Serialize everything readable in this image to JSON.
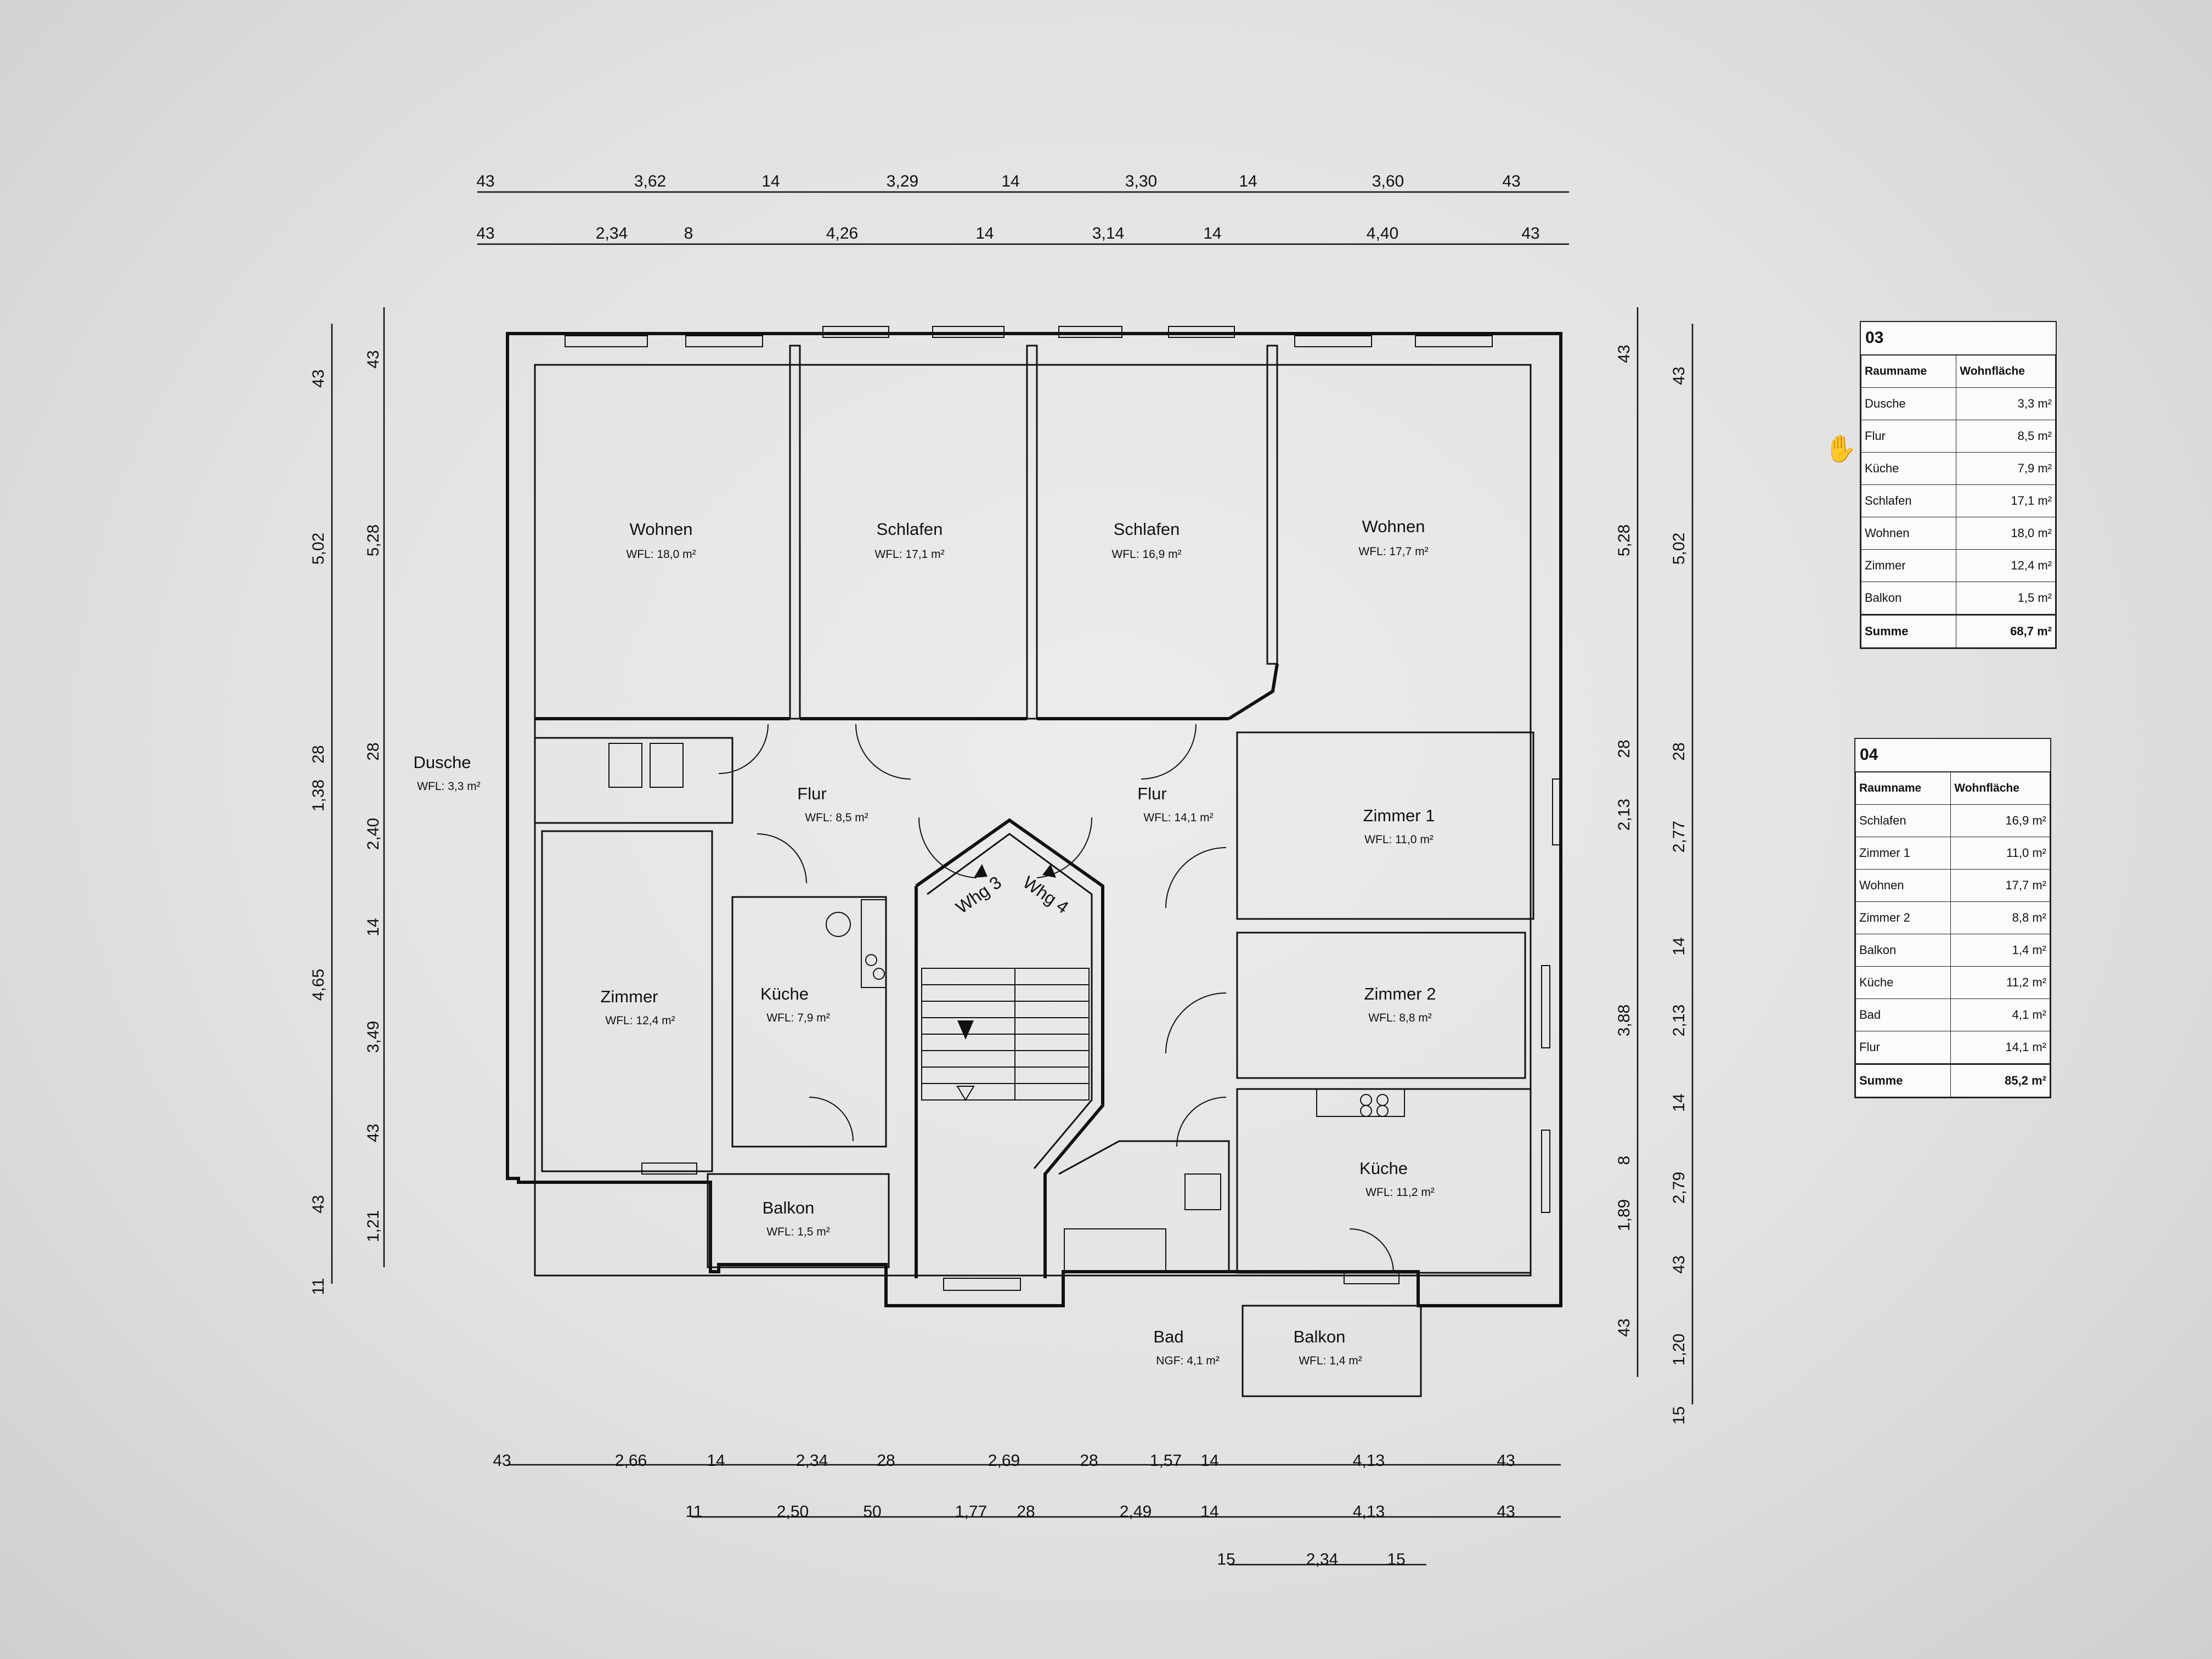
{
  "rooms": [
    {
      "name": "Wohnen",
      "area": "WFL: 18,0 m²"
    },
    {
      "name": "Schlafen",
      "area": "WFL: 17,1 m²"
    },
    {
      "name": "Schlafen",
      "area": "WFL: 16,9 m²"
    },
    {
      "name": "Wohnen",
      "area": "WFL: 17,7 m²"
    },
    {
      "name": "Dusche",
      "area": "WFL: 3,3 m²"
    },
    {
      "name": "Flur",
      "area": "WFL: 8,5 m²"
    },
    {
      "name": "Flur",
      "area": "WFL: 14,1 m²"
    },
    {
      "name": "Zimmer 1",
      "area": "WFL: 11,0 m²"
    },
    {
      "name": "Zimmer 2",
      "area": "WFL: 8,8 m²"
    },
    {
      "name": "Zimmer",
      "area": "WFL: 12,4 m²"
    },
    {
      "name": "Küche",
      "area": "WFL: 7,9 m²"
    },
    {
      "name": "Küche",
      "area": "WFL: 11,2 m²"
    },
    {
      "name": "Balkon",
      "area": "WFL: 1,5 m²"
    },
    {
      "name": "Bad",
      "area": "NGF: 4,1 m²"
    },
    {
      "name": "Balkon",
      "area": "WFL: 1,4 m²"
    }
  ],
  "stair_labels": [
    "Whg 3",
    "Whg 4"
  ],
  "dims": {
    "top1": [
      "43",
      "3,62",
      "14",
      "3,29",
      "14",
      "3,30",
      "14",
      "3,60",
      "43"
    ],
    "top2": [
      "43",
      "2,34",
      "8",
      "4,26",
      "14",
      "3,14",
      "14",
      "4,40",
      "43"
    ],
    "bottom1": [
      "43",
      "2,66",
      "14",
      "2,34",
      "28",
      "2,69",
      "28",
      "1,57",
      "14",
      "4,13",
      "43"
    ],
    "bottom2": [
      "11",
      "2,50",
      "50",
      "1,77",
      "28",
      "2,49",
      "14",
      "4,13",
      "43"
    ],
    "bottom3": [
      "15",
      "2,34",
      "15"
    ],
    "left1": [
      "43",
      "5,02",
      "1,38",
      "28",
      "4,65",
      "43",
      "11"
    ],
    "left2": [
      "43",
      "5,28",
      "28",
      "2,40",
      "14",
      "3,49",
      "43",
      "1,21"
    ],
    "right1": [
      "43",
      "5,28",
      "28",
      "2,13",
      "3,88",
      "8",
      "1,89",
      "43"
    ],
    "right2": [
      "43",
      "5,02",
      "28",
      "2,77",
      "14",
      "2,13",
      "14",
      "2,79",
      "43",
      "1,20",
      "15"
    ]
  },
  "table03": {
    "title": "03",
    "headers": [
      "Raumname",
      "Wohnfläche"
    ],
    "rows": [
      [
        "Dusche",
        "3,3 m²"
      ],
      [
        "Flur",
        "8,5 m²"
      ],
      [
        "Küche",
        "7,9 m²"
      ],
      [
        "Schlafen",
        "17,1 m²"
      ],
      [
        "Wohnen",
        "18,0 m²"
      ],
      [
        "Zimmer",
        "12,4 m²"
      ],
      [
        "Balkon",
        "1,5 m²"
      ]
    ],
    "sum": [
      "Summe",
      "68,7 m²"
    ]
  },
  "table04": {
    "title": "04",
    "headers": [
      "Raumname",
      "Wohnfläche"
    ],
    "rows": [
      [
        "Schlafen",
        "16,9 m²"
      ],
      [
        "Zimmer 1",
        "11,0 m²"
      ],
      [
        "Wohnen",
        "17,7 m²"
      ],
      [
        "Zimmer 2",
        "8,8 m²"
      ],
      [
        "Balkon",
        "1,4 m²"
      ],
      [
        "Küche",
        "11,2 m²"
      ],
      [
        "Bad",
        "4,1 m²"
      ],
      [
        "Flur",
        "14,1 m²"
      ]
    ],
    "sum": [
      "Summe",
      "85,2 m²"
    ]
  }
}
